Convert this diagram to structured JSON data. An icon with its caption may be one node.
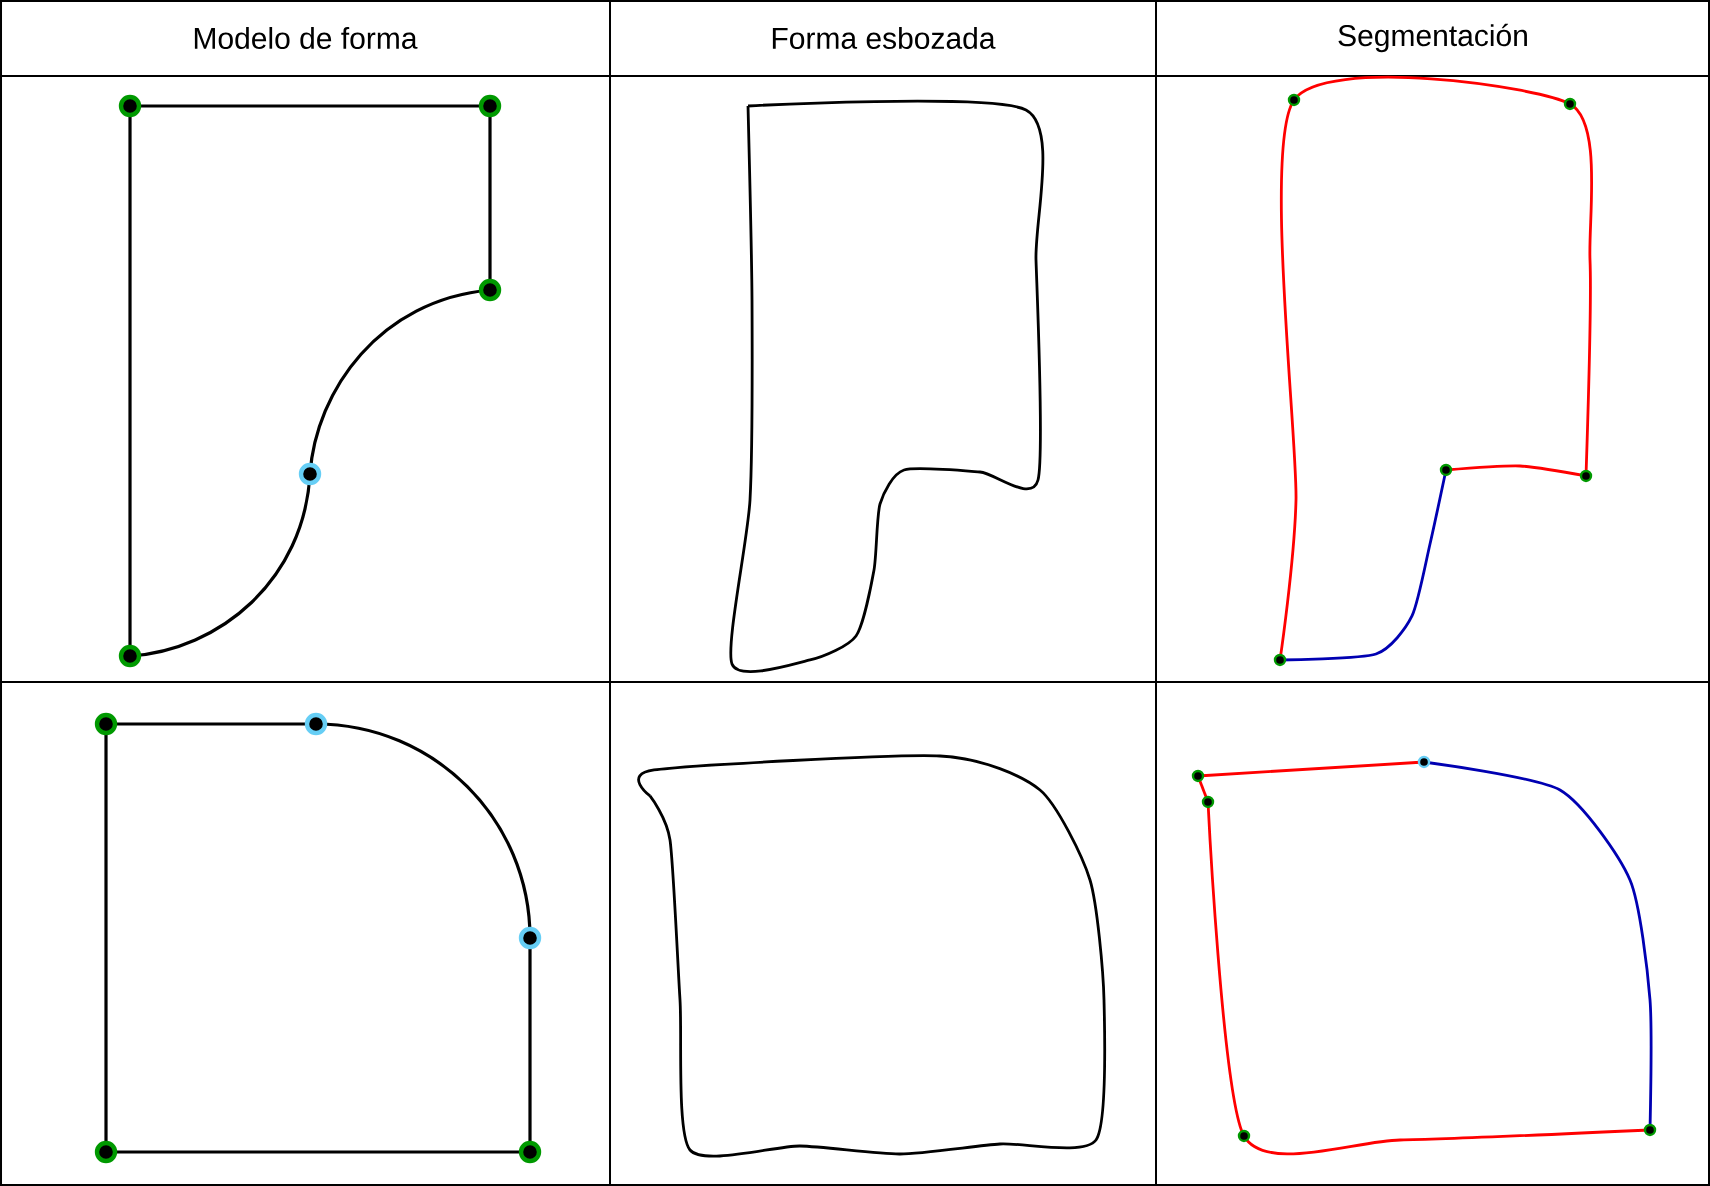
{
  "diagram": {
    "labels": [
      "Modelo de forma",
      "Forma esbozada",
      "Segmentación"
    ]
  }
}
